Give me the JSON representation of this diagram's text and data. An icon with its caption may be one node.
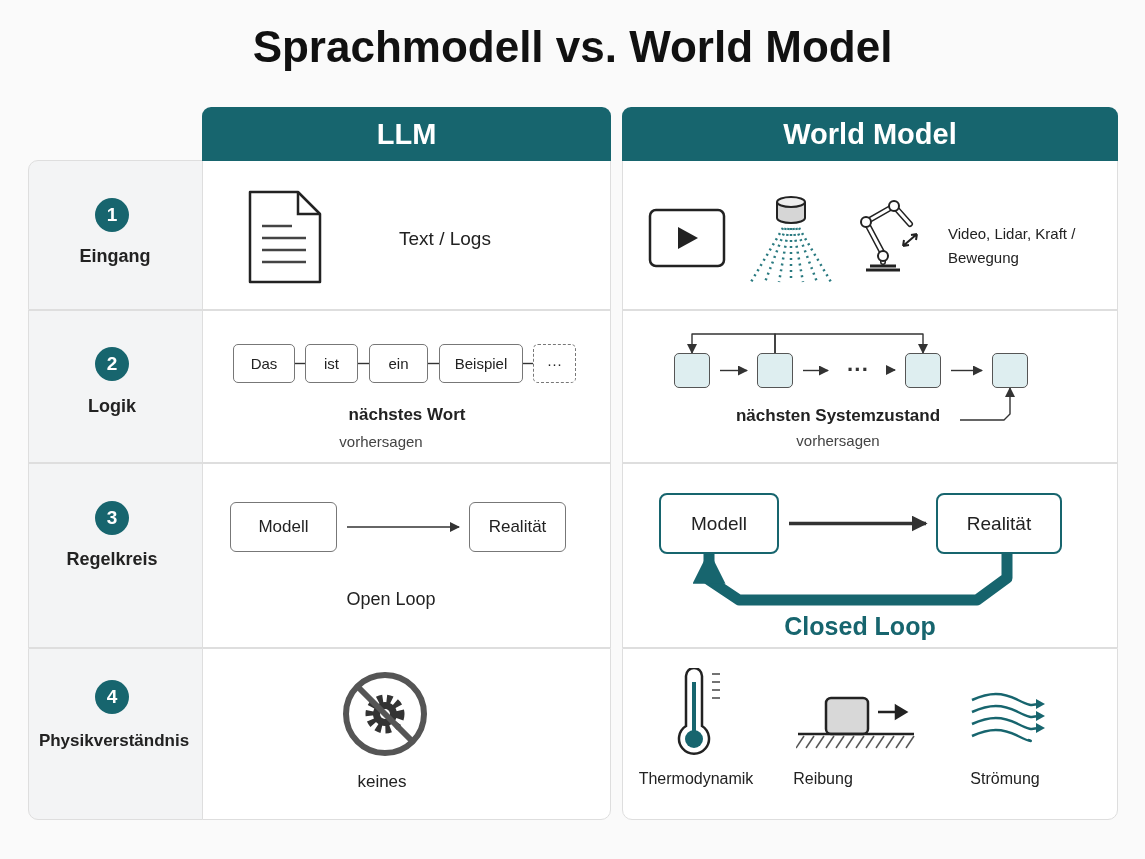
{
  "diagram": {
    "title": "Sprachmodell vs. World Model",
    "nodes": [
      {
        "text": [
          "LLM"
        ]
      },
      {
        "text": [
          "World Model"
        ]
      },
      {
        "text": [
          "1"
        ]
      },
      {
        "text": [
          "2"
        ]
      },
      {
        "text": [
          "3"
        ]
      },
      {
        "text": [
          "4"
        ]
      },
      {
        "text": [
          "Das"
        ]
      },
      {
        "text": [
          "ist"
        ]
      },
      {
        "text": [
          "ein"
        ]
      },
      {
        "text": [
          "Beispiel"
        ]
      },
      {
        "text": [
          "···"
        ]
      },
      {
        "text": [],
        "shape": "box"
      },
      {
        "text": [],
        "shape": "box"
      },
      {
        "text": [],
        "shape": "box"
      },
      {
        "text": [],
        "shape": "box"
      },
      {
        "text": [
          "···"
        ]
      },
      {
        "text": [
          "nächsten Systemzustand",
          "vorhersagen"
        ]
      },
      {
        "text": [
          "Modell"
        ]
      },
      {
        "text": [
          "Realität"
        ]
      },
      {
        "text": [
          "Modell"
        ]
      },
      {
        "text": [
          "Realität"
        ]
      }
    ],
    "edges": [
      {
        "from": 6,
        "to": 7,
        "arrow": "none"
      },
      {
        "from": 7,
        "to": 8,
        "arrow": "none"
      },
      {
        "from": 8,
        "to": 9,
        "arrow": "none"
      },
      {
        "from": 9,
        "to": 10,
        "arrow": "none"
      },
      {
        "from": 11,
        "to": 12,
        "arrow": "to"
      },
      {
        "from": 12,
        "to": 15,
        "arrow": "to"
      },
      {
        "from": 15,
        "to": 13,
        "arrow": "to"
      },
      {
        "from": 13,
        "to": 14,
        "arrow": "to"
      },
      {
        "from": 12,
        "to": 11,
        "arrow": "to"
      },
      {
        "from": 12,
        "to": 13,
        "arrow": "to"
      },
      {
        "from": 16,
        "to": 14,
        "arrow": "to"
      },
      {
        "from": 17,
        "to": 18,
        "arrow": "to"
      },
      {
        "from": 19,
        "to": 20,
        "arrow": "to",
        "style": "thick"
      },
      {
        "from": 20,
        "to": 19,
        "arrow": "to",
        "style": "thick",
        "color": "#17656e",
        "label": "Closed Loop"
      }
    ],
    "labels": [
      "Eingang",
      "Text / Logs",
      "Video, Lidar, Kraft / Bewegung",
      "Logik",
      "nächstes Wort",
      "vorhersagen",
      "Regelkreis",
      "Open Loop",
      "Physikverständnis",
      "keines",
      "Thermodynamik",
      "Reibung",
      "Strömung"
    ]
  }
}
